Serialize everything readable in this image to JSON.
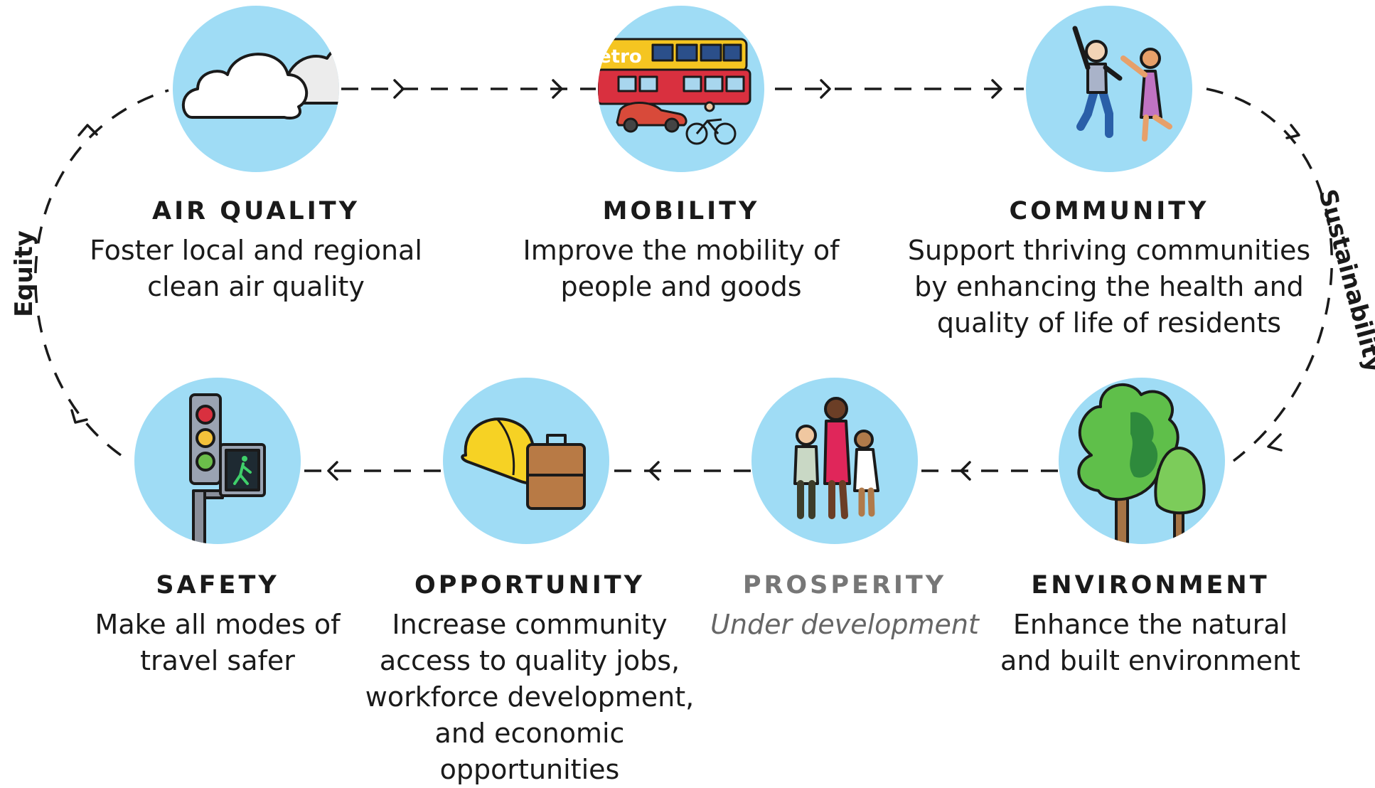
{
  "colors": {
    "circle_fill": "#9fdcf5",
    "arrow": "#1a1a1a",
    "title": "#1a1a1a",
    "muted": "#777777"
  },
  "side_labels": {
    "left": "Equity",
    "right": "Sustainability"
  },
  "nodes": [
    {
      "title": "AIR QUALITY",
      "desc": [
        "Foster local and regional",
        "clean air quality"
      ],
      "icon": "cloud-icon"
    },
    {
      "title": "MOBILITY",
      "desc": [
        "Improve the mobility of",
        "people and goods"
      ],
      "icon": "bus-car-bike-icon",
      "icon_text": "etro"
    },
    {
      "title": "COMMUNITY",
      "desc": [
        "Support thriving communities",
        "by enhancing the health and",
        "quality of life of residents"
      ],
      "icon": "people-dancing-icon"
    },
    {
      "title": "ENVIRONMENT",
      "desc": [
        "Enhance the natural",
        "and built environment"
      ],
      "icon": "trees-icon"
    },
    {
      "title": "PROSPERITY",
      "desc": [
        "Under development"
      ],
      "icon": "family-icon",
      "muted": true
    },
    {
      "title": "OPPORTUNITY",
      "desc": [
        "Increase community",
        "access to quality jobs,",
        "workforce development,",
        "and economic",
        "opportunities"
      ],
      "icon": "hardhat-briefcase-icon"
    },
    {
      "title": "SAFETY",
      "desc": [
        "Make all modes of",
        "travel safer"
      ],
      "icon": "traffic-light-icon"
    }
  ]
}
